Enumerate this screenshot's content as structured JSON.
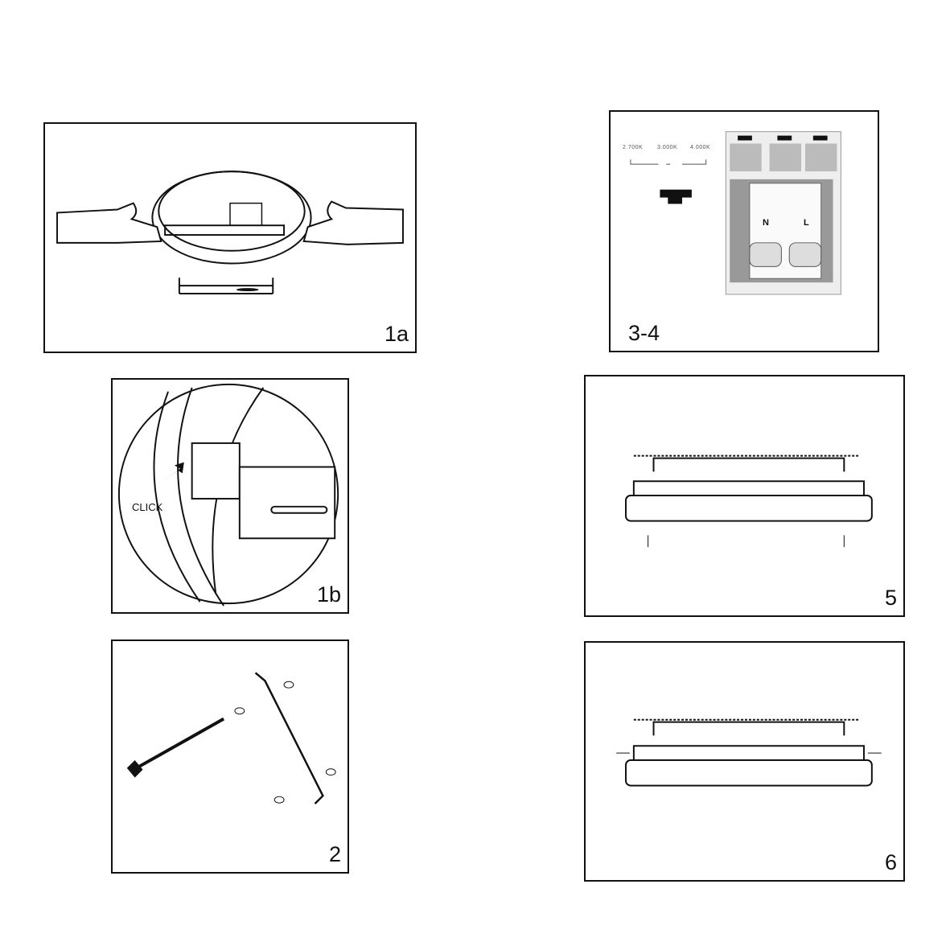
{
  "panels": [
    {
      "id": "1a",
      "label": "1a"
    },
    {
      "id": "3-4",
      "label": "3-4",
      "color_temps": [
        "2.700K",
        "3.000K",
        "4.000K"
      ],
      "terminals": [
        "N",
        "L"
      ]
    },
    {
      "id": "1b",
      "label": "1b",
      "callout": "CLICK"
    },
    {
      "id": "5",
      "label": "5"
    },
    {
      "id": "2",
      "label": "2"
    },
    {
      "id": "6",
      "label": "6"
    }
  ]
}
